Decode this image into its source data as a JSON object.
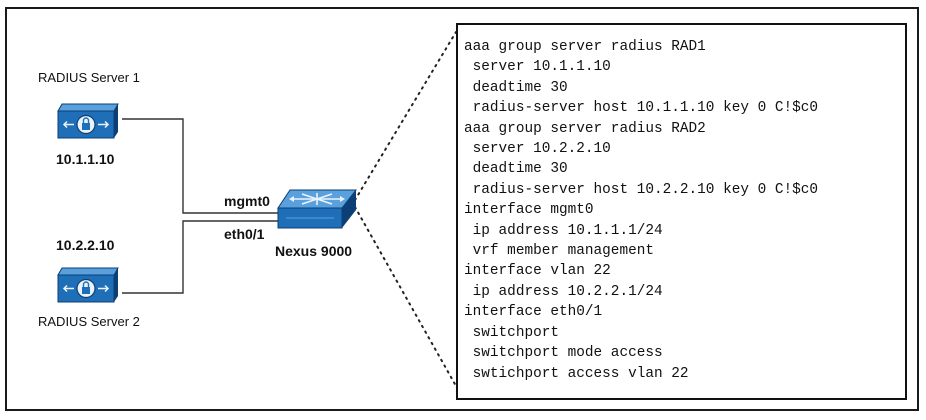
{
  "servers": [
    {
      "name": "RADIUS Server 1",
      "ip": "10.1.1.10"
    },
    {
      "name": "RADIUS Server 2",
      "ip": "10.2.2.10"
    }
  ],
  "switch": {
    "name": "Nexus 9000",
    "interfaces": [
      "mgmt0",
      "eth0/1"
    ]
  },
  "config": [
    "aaa group server radius RAD1",
    " server 10.1.1.10",
    " deadtime 30",
    " radius-server host 10.1.1.10 key 0 C!$c0",
    "aaa group server radius RAD2",
    " server 10.2.2.10",
    " deadtime 30",
    " radius-server host 10.2.2.10 key 0 C!$c0",
    "interface mgmt0",
    " ip address 10.1.1.1/24",
    " vrf member management",
    "interface vlan 22",
    " ip address 10.2.2.1/24",
    "interface eth0/1",
    " switchport",
    " switchport mode access",
    " swtichport access vlan 22"
  ],
  "colors": {
    "device_blue": "#1f6fb8",
    "device_dark": "#0b3f75",
    "line": "#333333"
  },
  "icons": {
    "server": "radius-server-icon",
    "switch": "nexus-switch-icon"
  }
}
